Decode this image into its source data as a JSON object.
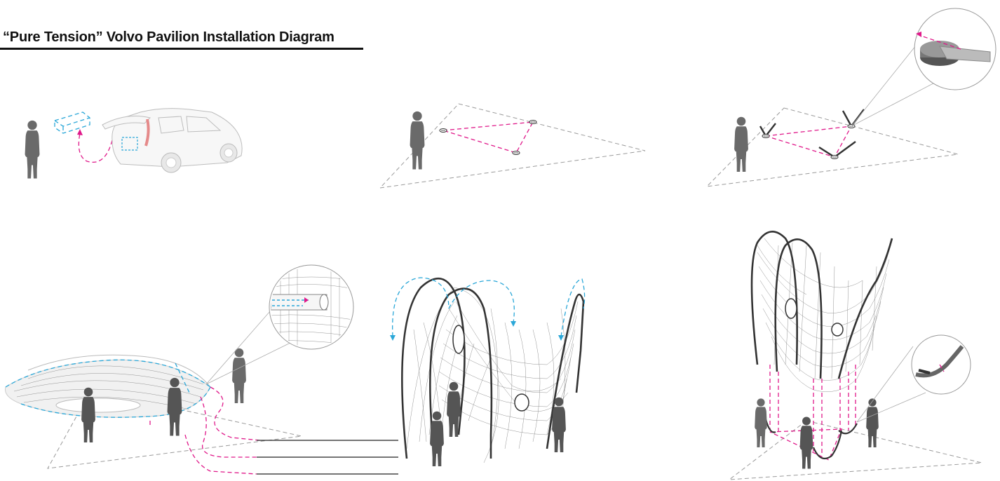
{
  "diagram": {
    "title": "“Pure Tension” Volvo Pavilion Installation Diagram",
    "steps": [
      {
        "id": "step-1-unload-car"
      },
      {
        "id": "step-2-set-base-points"
      },
      {
        "id": "step-3-attach-rods"
      },
      {
        "id": "step-4-unfold-membrane"
      },
      {
        "id": "step-5-flip-frames"
      },
      {
        "id": "step-6-anchor-frames"
      }
    ],
    "colors": {
      "accent_magenta": "#e0198a",
      "accent_cyan": "#2aa7d8",
      "figure_gray": "#6a6a6a",
      "frame_dark": "#333333",
      "ground_dash": "#9a9a9a"
    }
  }
}
